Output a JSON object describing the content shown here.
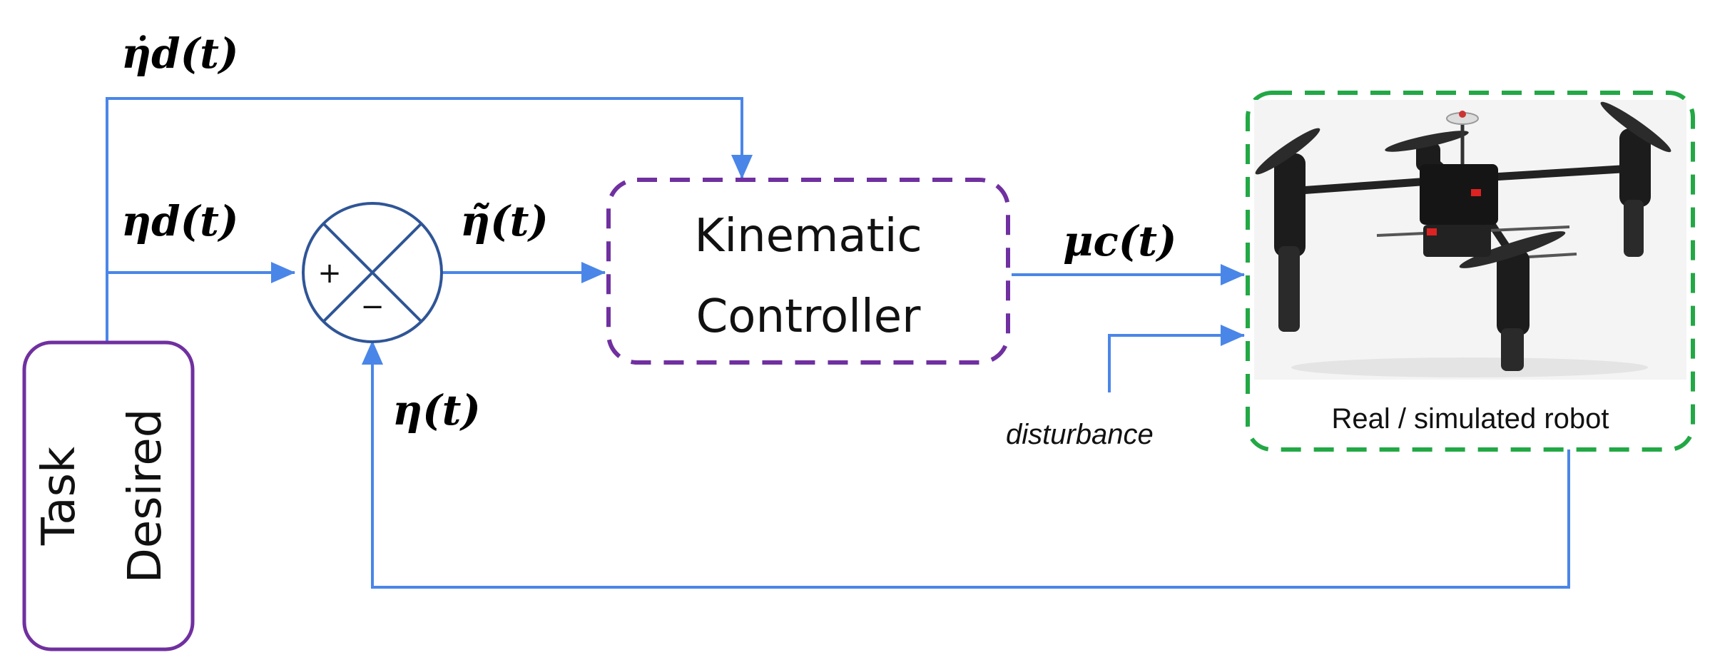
{
  "colors": {
    "signal": "#4a86e8",
    "controller_border": "#7030a0",
    "task_border": "#7030a0",
    "robot_border": "#22a845",
    "summing_junction": "#2f5597"
  },
  "signals": {
    "eta_d_dot": "η̇d(t)",
    "eta_d": "ηd(t)",
    "eta_tilde": "η̃(t)",
    "mu_c": "μc(t)",
    "eta": "η(t)"
  },
  "summing_junction": {
    "plus": "+",
    "minus": "−"
  },
  "controller": {
    "line1": "Kinematic",
    "line2": "Controller"
  },
  "task_box": {
    "line1": "Task",
    "line2": "Desired"
  },
  "robot": {
    "caption": "Real / simulated robot",
    "image_icon": "quadrotor-drone-icon"
  },
  "disturbance_label": "disturbance"
}
